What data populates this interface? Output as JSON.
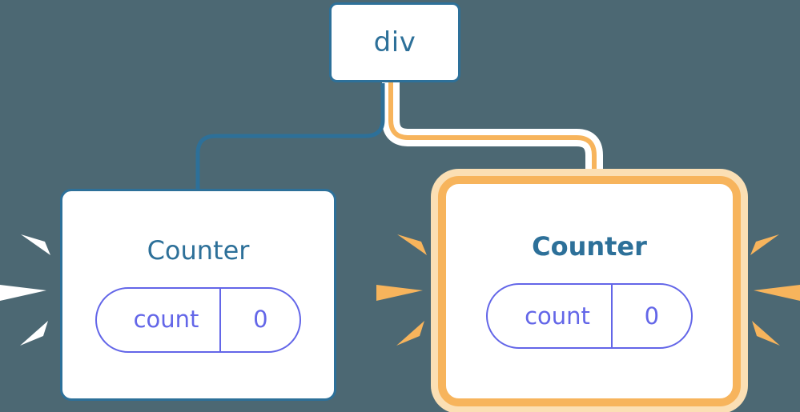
{
  "diagram": {
    "type": "component-tree",
    "background_color": "#4c6873",
    "title": "React component tree re-render highlight"
  },
  "nodes": {
    "root": {
      "label": "div",
      "border_color": "#2d7099",
      "text_color": "#2d7099",
      "highlighted": false
    },
    "counter_left": {
      "label": "Counter",
      "border_color": "#2d7099",
      "text_color": "#2d7099",
      "highlighted": false,
      "state": {
        "key": "count",
        "value": "0",
        "color": "#6366e8"
      }
    },
    "counter_right": {
      "label": "Counter",
      "border_color": "#f7b45c",
      "glow_color": "#fbdfb4",
      "text_color": "#2d7099",
      "highlighted": true,
      "state": {
        "key": "count",
        "value": "0",
        "color": "#6366e8"
      }
    }
  },
  "edges": [
    {
      "from": "root",
      "to": "counter_left",
      "color": "#2d7099",
      "highlighted": false
    },
    {
      "from": "root",
      "to": "counter_right",
      "color": "#f7b45c",
      "halo_color": "#ffffff",
      "highlighted": true
    }
  ],
  "effects": {
    "rays_left": {
      "name": "sparkle-rays",
      "color": "#ffffff",
      "count": 6
    },
    "rays_right": {
      "name": "sparkle-rays",
      "color": "#f7b45c",
      "count": 6
    }
  }
}
